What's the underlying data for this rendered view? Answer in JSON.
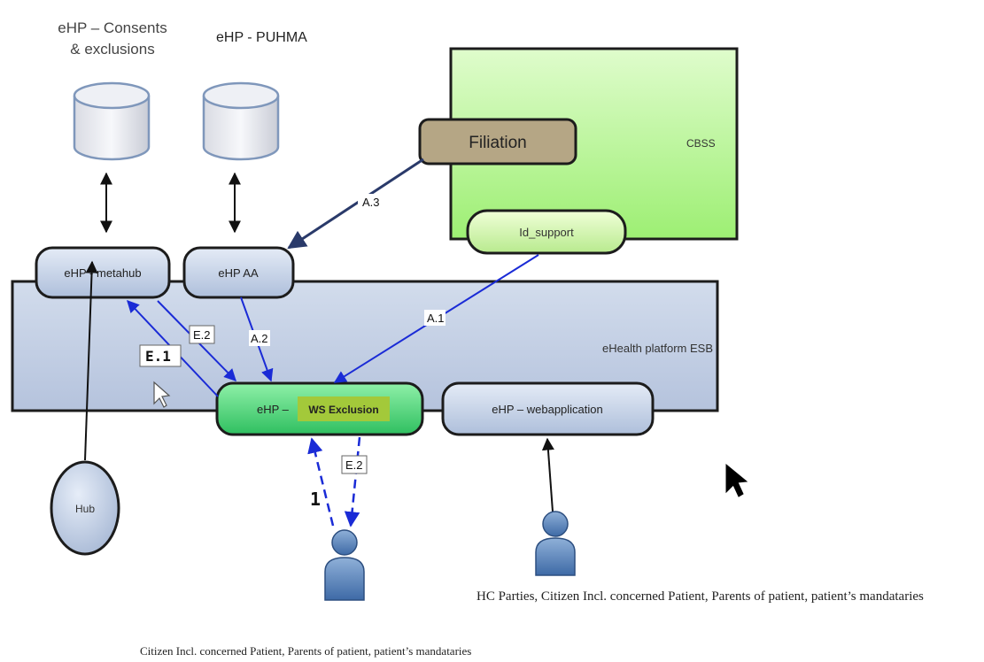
{
  "db_consents": {
    "caption_line1": "eHP – Consents",
    "caption_line2": "& exclusions"
  },
  "db_puhma": {
    "caption": "eHP - PUHMA"
  },
  "cbss": {
    "label": "CBSS"
  },
  "filiation": {
    "label": "Filiation"
  },
  "id_support": {
    "label": "Id_support"
  },
  "metahub": {
    "label": "eHP - metahub"
  },
  "aa": {
    "label": "eHP AA"
  },
  "esb": {
    "label": "eHealth platform ESB"
  },
  "ws_exclusion": {
    "prefix": "eHP –",
    "label": "WS Exclusion"
  },
  "webapplication": {
    "label": "eHP – webapplication"
  },
  "hub": {
    "label": "Hub"
  },
  "edges": {
    "a3": "A.3",
    "a1": "A.1",
    "a2": "A.2",
    "e2_top": "E.2",
    "e1": "E.1",
    "e2_bottom": "E.2",
    "one": "1"
  },
  "captions": {
    "hc_parties": "HC Parties, Citizen Incl. concerned Patient, Parents of patient, patient’s mandataries",
    "citizen": "Citizen Incl. concerned Patient, Parents of patient, patient’s mandataries"
  },
  "colors": {
    "cbss_green": "#b8f59a",
    "filiation_fill": "#b8a98a",
    "ws_green": "#4cd07a",
    "node_blue": "#c8d6ea",
    "arrow_blue": "#2233cc"
  }
}
